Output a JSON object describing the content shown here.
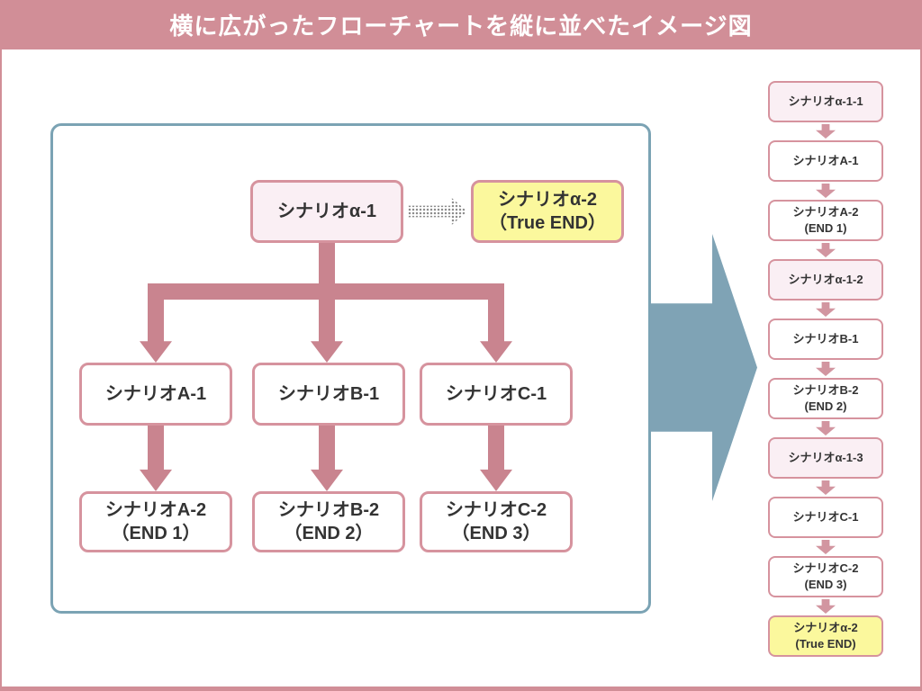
{
  "title": "横に広がったフローチャートを縦に並べたイメージ図",
  "colors": {
    "header_bg": "#d18e97",
    "box_border_pink": "#d6939e",
    "thick_arrow_pink": "#c9848f",
    "alpha_fill_pink": "#faeff4",
    "true_end_yellow": "#fbf89d",
    "big_arrow_blue": "#7fa3b5",
    "container_border_blue": "#7ba3b4"
  },
  "icons": {
    "dotted_arrow": "halftone-right-arrow",
    "big_arrow": "solid-right-arrow",
    "small_arrow": "solid-down-arrow"
  },
  "main_chart": {
    "nodes": {
      "alpha1": {
        "label": "シナリオα-1"
      },
      "alpha2": {
        "label": "シナリオα-2",
        "sub": "（True END）"
      },
      "a1": {
        "label": "シナリオA-1"
      },
      "b1": {
        "label": "シナリオB-1"
      },
      "c1": {
        "label": "シナリオC-1"
      },
      "a2": {
        "label": "シナリオA-2",
        "sub": "（END 1）"
      },
      "b2": {
        "label": "シナリオB-2",
        "sub": "（END 2）"
      },
      "c2": {
        "label": "シナリオC-2",
        "sub": "（END 3）"
      }
    }
  },
  "right_column": {
    "items": [
      {
        "label": "シナリオα-1-1"
      },
      {
        "label": "シナリオA-1"
      },
      {
        "label": "シナリオA-2",
        "sub": "(END 1)"
      },
      {
        "label": "シナリオα-1-2"
      },
      {
        "label": "シナリオB-1"
      },
      {
        "label": "シナリオB-2",
        "sub": "(END 2)"
      },
      {
        "label": "シナリオα-1-3"
      },
      {
        "label": "シナリオC-1"
      },
      {
        "label": "シナリオC-2",
        "sub": "(END 3)"
      },
      {
        "label": "シナリオα-2",
        "sub": "(True END)"
      }
    ]
  }
}
